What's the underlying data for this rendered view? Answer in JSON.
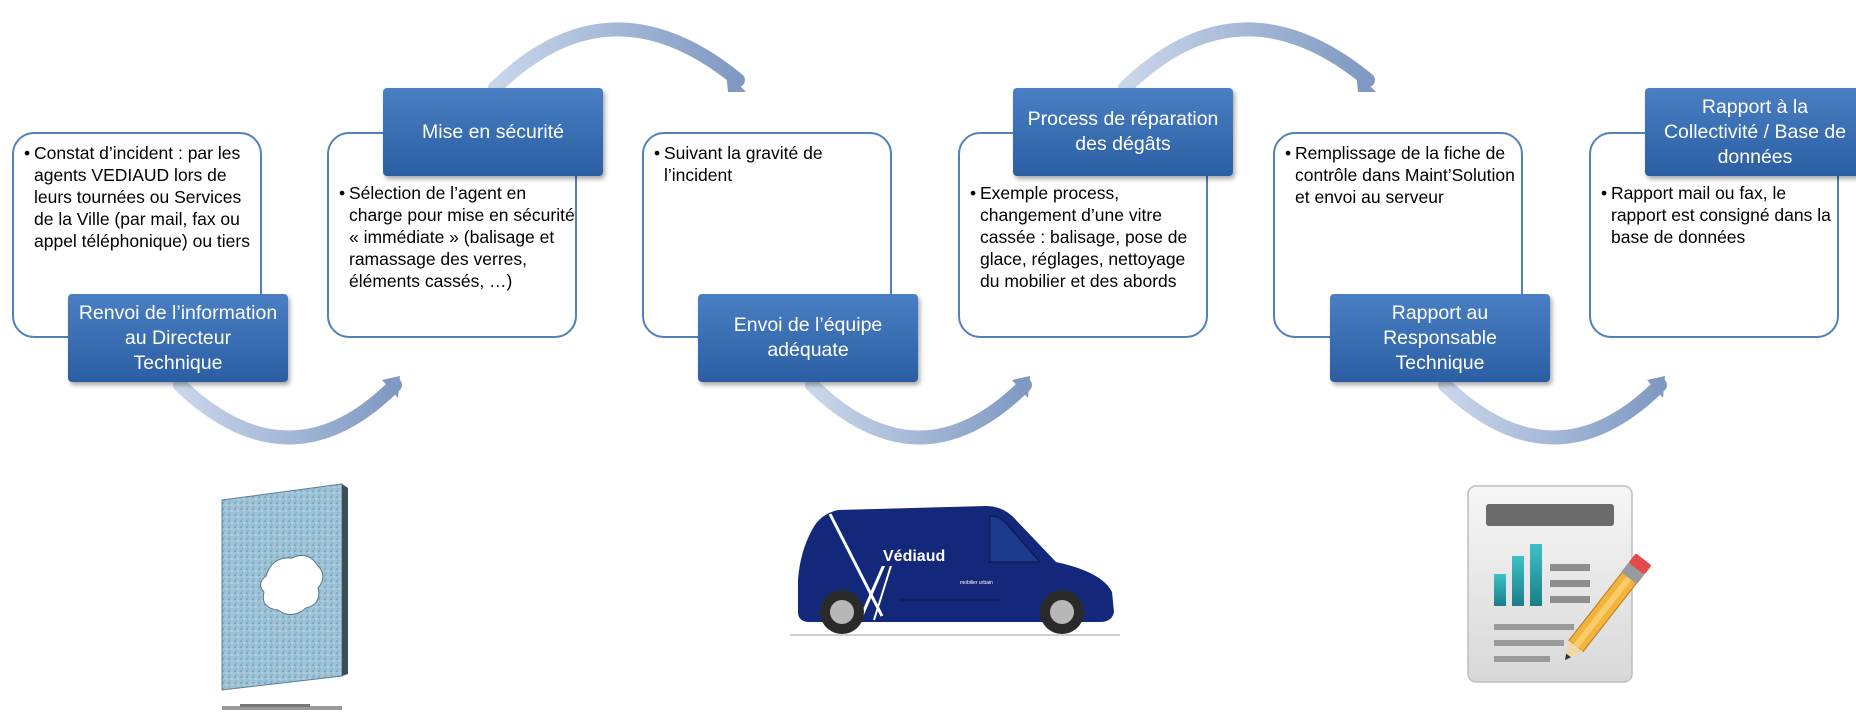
{
  "steps": [
    {
      "title": "Renvoi de l’information au Directeur Technique",
      "bullet": "Constat d’incident : par les agents VEDIAUD lors de leurs tournées ou Services de la Ville (par mail, fax ou appel téléphonique) ou tiers"
    },
    {
      "title": "Mise en sécurité",
      "bullet": "Sélection de l’agent en charge pour mise en sécurité « immédiate » (balisage et ramassage des verres, éléments cassés, …)"
    },
    {
      "title": "Envoi de l’équipe adéquate",
      "bullet": "Suivant la gravité de l’incident"
    },
    {
      "title": "Process de réparation des dégâts",
      "bullet": "Exemple process, changement d’une vitre cassée : balisage, pose de glace, réglages, nettoyage du mobilier et des abords"
    },
    {
      "title": "Rapport au Responsable Technique",
      "bullet": "Remplissage de la fiche de contrôle dans Maint’Solution et envoi au serveur"
    },
    {
      "title": "Rapport à la Collectivité / Base de données",
      "bullet": "Rapport mail ou fax, le rapport est consigné dans la base de données"
    }
  ],
  "van": {
    "brand": "Védiaud",
    "side_text": "mobilier urbain"
  },
  "colors": {
    "accent": "#2e63a8",
    "border": "#4f81bd",
    "arrow": "#8da4c9"
  },
  "icons": [
    "broken-glass-icon",
    "van-icon",
    "report-icon"
  ]
}
